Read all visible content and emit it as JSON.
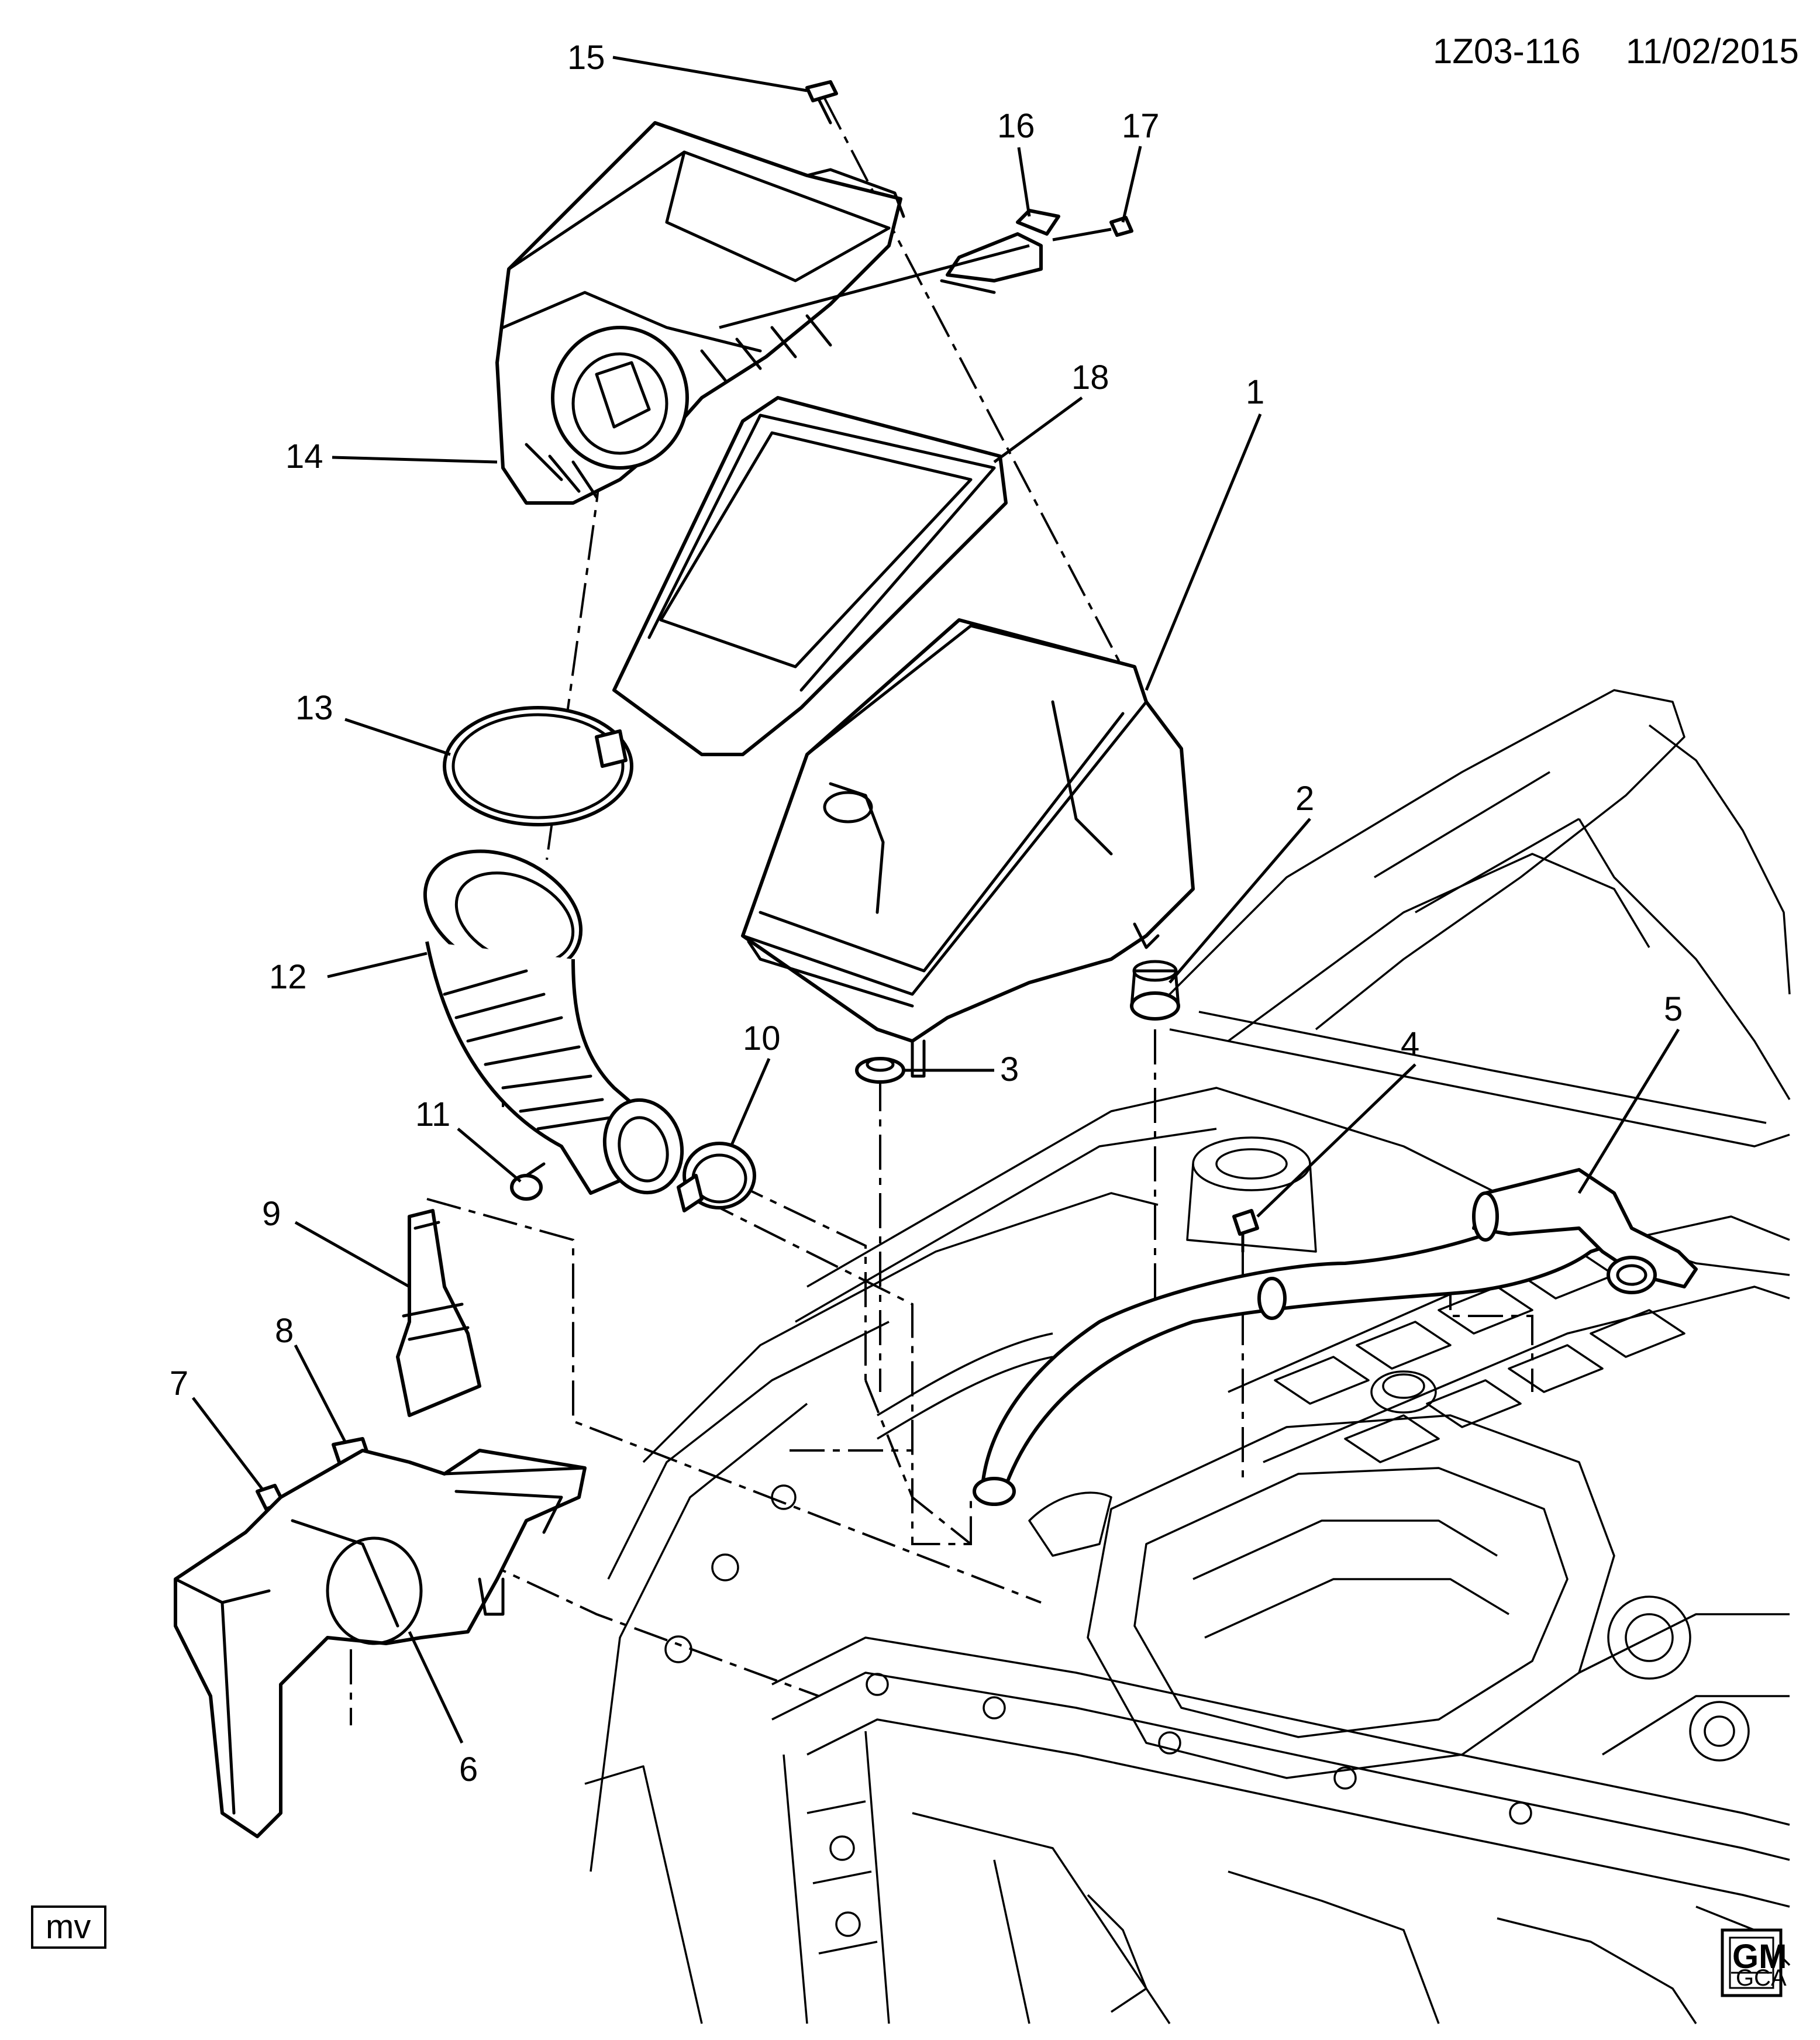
{
  "header": {
    "diagram_code": "1Z03-116",
    "date": "11/02/2015"
  },
  "callouts": [
    {
      "number": "1"
    },
    {
      "number": "2"
    },
    {
      "number": "3"
    },
    {
      "number": "4"
    },
    {
      "number": "5"
    },
    {
      "number": "6"
    },
    {
      "number": "7"
    },
    {
      "number": "8"
    },
    {
      "number": "9"
    },
    {
      "number": "10"
    },
    {
      "number": "11"
    },
    {
      "number": "12"
    },
    {
      "number": "13"
    },
    {
      "number": "14"
    },
    {
      "number": "15"
    },
    {
      "number": "16"
    },
    {
      "number": "17"
    },
    {
      "number": "18"
    }
  ],
  "footer": {
    "initials": "mv",
    "logo_text": "GM",
    "logo_subtext": "GCA"
  }
}
